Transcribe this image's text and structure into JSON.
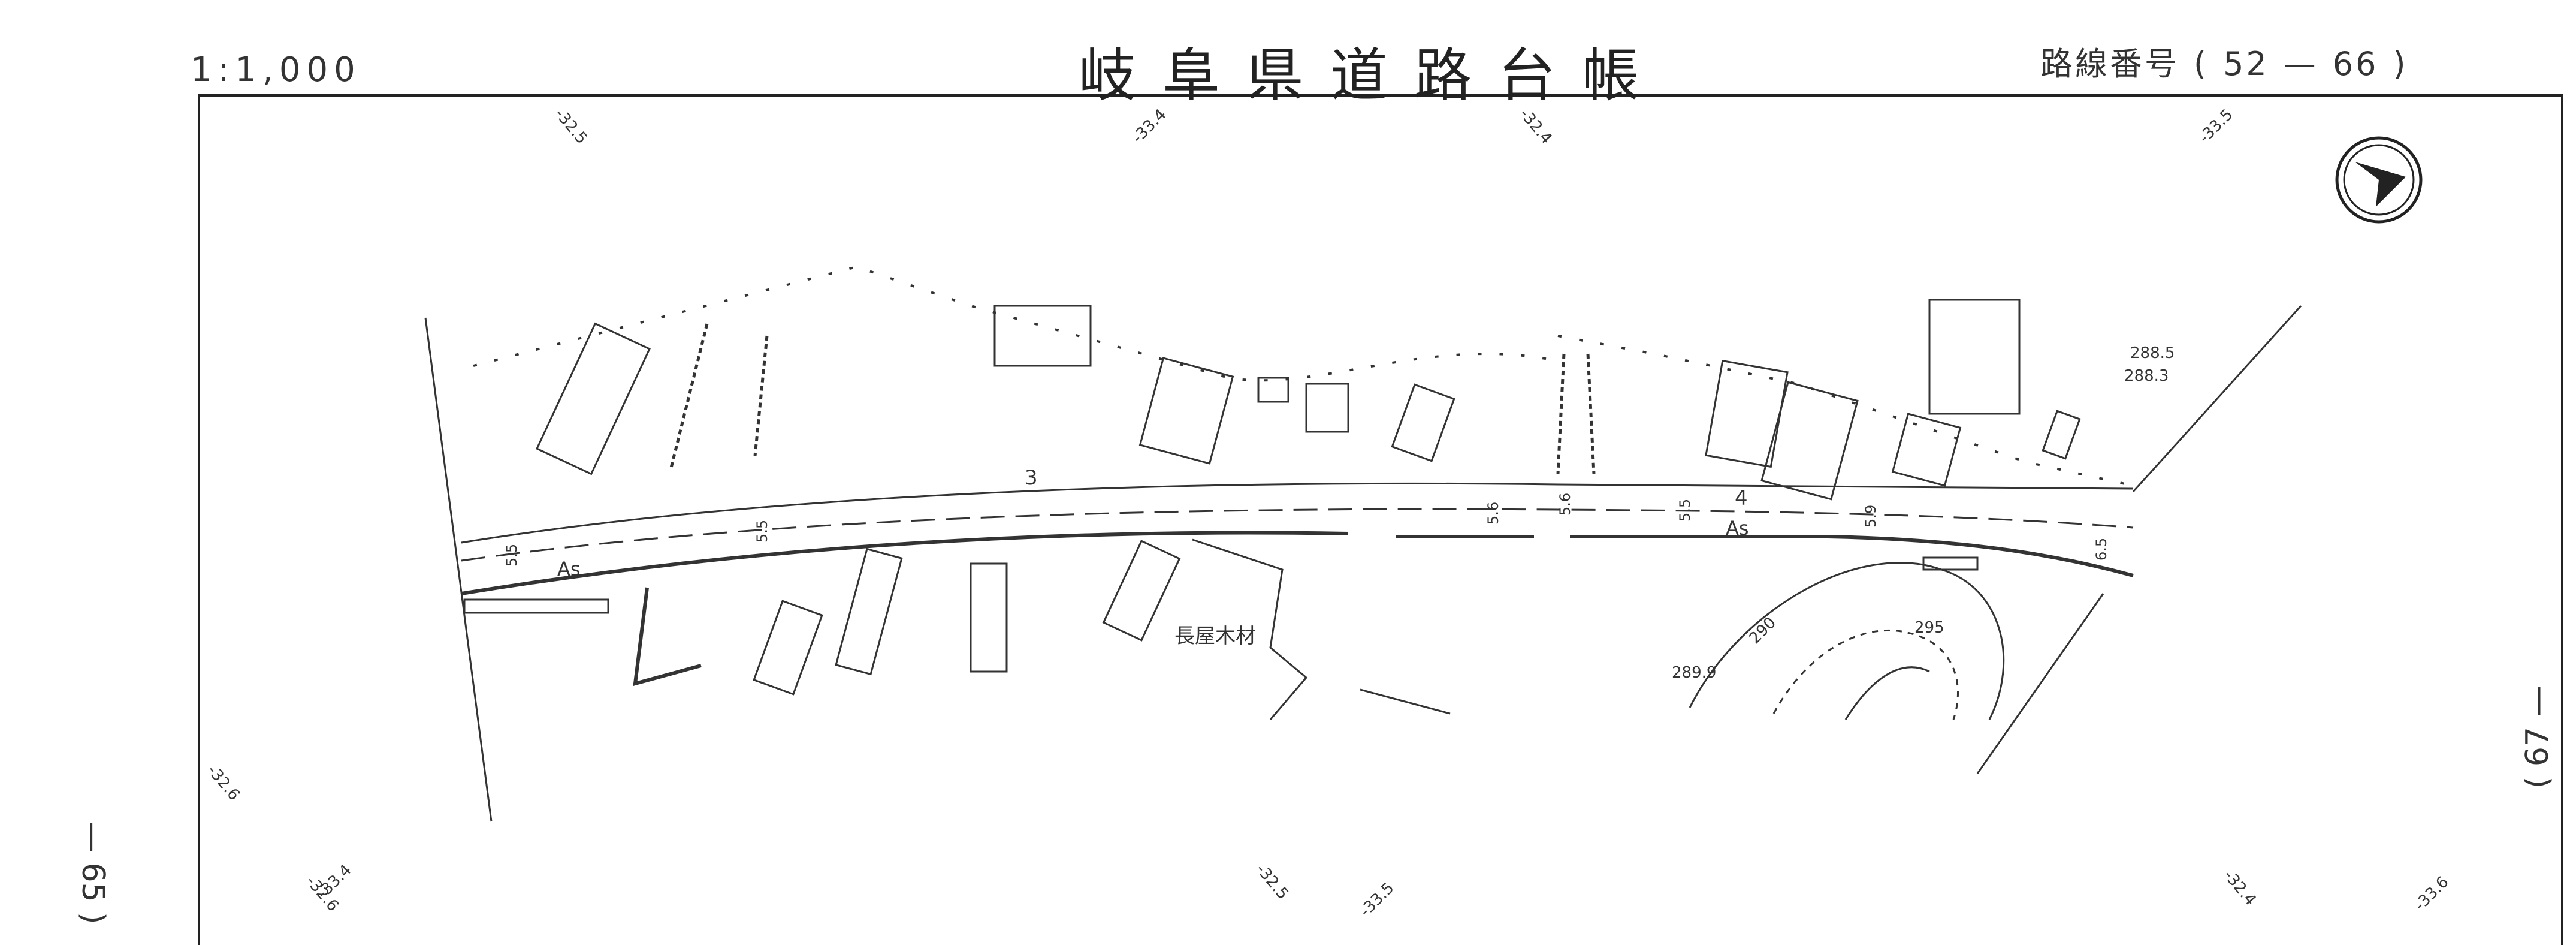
{
  "header": {
    "scale": "1:1,000",
    "title": "岐阜県道路台帳",
    "route_label": "路線番号",
    "route_open": "(",
    "route_number": "52",
    "route_dash": "—",
    "route_sheet": "66",
    "route_close": ")"
  },
  "side_labels": {
    "left": "— 65 )",
    "right": "( 67 —"
  },
  "map_labels": {
    "building_name": "長屋木材",
    "pavement_1": "As",
    "pavement_2": "As",
    "station_3": "3",
    "station_4": "4",
    "width_1": "5.5",
    "width_2": "5.5",
    "width_3": "5.6",
    "width_4": "5.6",
    "width_5": "5.5",
    "width_6": "5.9",
    "width_7": "6.5",
    "elev_1": "288.5",
    "elev_2": "288.3",
    "elev_3": "289.9",
    "contour_1": "290",
    "contour_2": "295",
    "grid_1": "-32.5",
    "grid_2": "-33.4",
    "grid_3": "-32.4",
    "grid_4": "-33.5",
    "grid_5": "-32.6",
    "grid_6": "-32.6",
    "grid_7": "-33.4",
    "grid_8": "-32.5",
    "grid_9": "-33.5",
    "grid_10": "-32.4",
    "grid_11": "-33.6"
  },
  "icons": {
    "north": "north-arrow-icon"
  }
}
